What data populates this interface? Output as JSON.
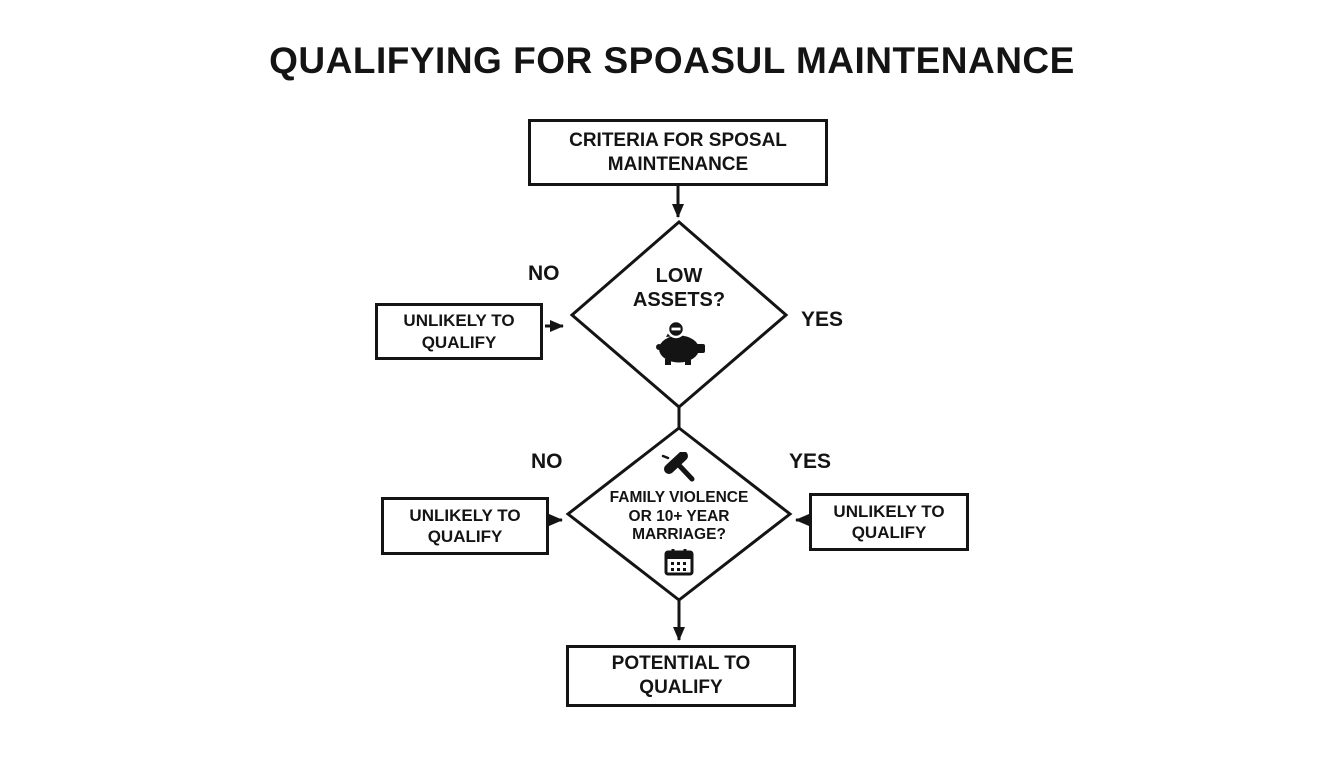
{
  "title": "QUALIFYING FOR SPOASUL MAINTENANCE",
  "colors": {
    "ink": "#141414",
    "background": "#ffffff"
  },
  "flow": {
    "start": {
      "label": "CRITERIA FOR SPOSAL MAINTENANCE"
    },
    "decision1": {
      "question": "LOW ASSETS?",
      "icon": "piggy-bank-minus-icon",
      "no_label": "NO",
      "yes_label": "YES",
      "no_outcome": {
        "label": "UNLIKELY TO QUALIFY"
      }
    },
    "decision2": {
      "question": "FAMILY VIOLENCE OR 10+ YEAR MARRIAGE?",
      "icon_top": "gavel-icon",
      "icon_bottom": "calendar-icon",
      "no_label": "NO",
      "yes_label": "YES",
      "no_outcome": {
        "label": "UNLIKELY TO QUALIFY"
      },
      "yes_outcome": {
        "label": "UNLIKELY TO QUALIFY"
      }
    },
    "end": {
      "label": "POTENTIAL TO QUALIFY"
    }
  }
}
